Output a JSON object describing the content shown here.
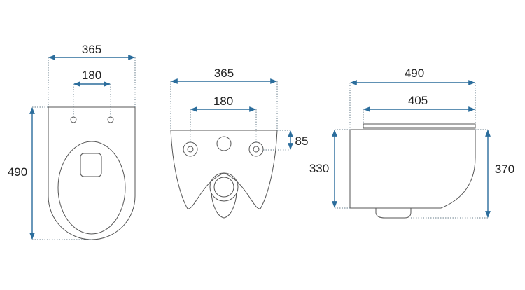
{
  "colors": {
    "dimension": "#2b6d9c",
    "outline": "#555555"
  },
  "top_view": {
    "overall_width": "365",
    "hole_spacing": "180",
    "length": "490"
  },
  "rear_view": {
    "overall_width": "365",
    "hole_spacing": "180",
    "hole_height": "85"
  },
  "side_view": {
    "overall_length": "490",
    "seat_length": "405",
    "rear_height": "330",
    "total_height": "370"
  }
}
